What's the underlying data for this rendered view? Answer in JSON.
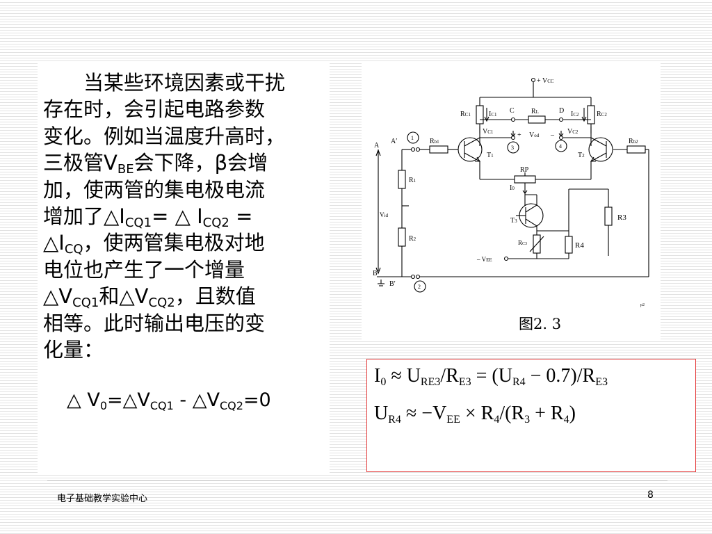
{
  "paragraph": {
    "line1": "当某些环境因素或干扰",
    "line2": "存在时，会引起电路参数",
    "line3": "变化。例如当温度升高时，",
    "line4_a": "三极管V",
    "line4_sub": "BE",
    "line4_b": "会下降，β会增",
    "line5": "加，使两管的集电极电流",
    "line6_a": "增加了△I",
    "line6_sub1": "CQ1",
    "line6_b": "= △ I",
    "line6_sub2": "CQ2",
    "line6_c": " =",
    "line7_a": "△I",
    "line7_sub": "CQ",
    "line7_b": "，使两管集电极对地",
    "line8": "电位也产生了一个增量",
    "line9_a": "△V",
    "line9_sub1": "CQ1",
    "line9_b": "和△V",
    "line9_sub2": "CQ2",
    "line9_c": "，且数值",
    "line10": "相等。此时输出电压的变",
    "line11": "化量："
  },
  "result": {
    "a": "△ V",
    "sub0": "0",
    "b": "=△V",
    "sub1": "CQ1",
    "c": " - △V",
    "sub2": "CQ2",
    "d": "=0"
  },
  "circuit": {
    "vcc": "+ V",
    "vcc_sub": "CC",
    "rc1": "R",
    "rc1_sub": "C1",
    "rc2": "R",
    "rc2_sub": "C2",
    "ic1": "I",
    "ic1_sub": "C1",
    "ic2": "I",
    "ic2_sub": "C2",
    "vc1": "V",
    "vc1_sub": "C1",
    "vc2": "V",
    "vc2_sub": "C2",
    "c": "C",
    "d": "D",
    "rl": "R",
    "rl_sub": "L",
    "vod_plus": "+",
    "vod": "V",
    "vod_sub": "od",
    "vod_minus": "–",
    "n1": "1",
    "n2": "2",
    "n3": "3",
    "n4": "4",
    "a": "A",
    "a_prime": "A′",
    "b": "B",
    "b_prime": "B′",
    "rb1": "R",
    "rb1_sub": "b1",
    "rb2": "R",
    "rb2_sub": "b2",
    "t1": "T",
    "t1_sub": "1",
    "t2": "T",
    "t2_sub": "2",
    "t3": "T",
    "t3_sub": "3",
    "rp": "RP",
    "i0": "I",
    "i0_sub": "0",
    "r1": "R",
    "r1_sub": "1",
    "r2": "R",
    "r2_sub": "2",
    "r3": "R3",
    "r4": "R4",
    "rc3": "R",
    "rc3_sub": "C3",
    "vid": "V",
    "vid_sub": "id",
    "vee": "– V",
    "vee_sub": "EE",
    "corner_mark": "p2"
  },
  "caption": "图2. 3",
  "formulas": {
    "f1": "I",
    "f1_s0": "0",
    "f1_a": " ≈ U",
    "f1_s1": "RE3",
    "f1_b": "/R",
    "f1_s2": "E3",
    "f1_c": " = (U",
    "f1_s3": "R4",
    "f1_d": " − 0.7)/R",
    "f1_s4": "E3",
    "f2": "U",
    "f2_s0": "R4",
    "f2_a": " ≈ −V",
    "f2_s1": "EE",
    "f2_b": " × R",
    "f2_s2": "4",
    "f2_c": "/(R",
    "f2_s3": "3",
    "f2_d": " + R",
    "f2_s4": "4",
    "f2_e": ")"
  },
  "footer": {
    "left": "电子基础教学实验中心",
    "page": "8"
  },
  "colors": {
    "formula_border": "#e53b3b",
    "stripe": "#e2e2e2"
  }
}
